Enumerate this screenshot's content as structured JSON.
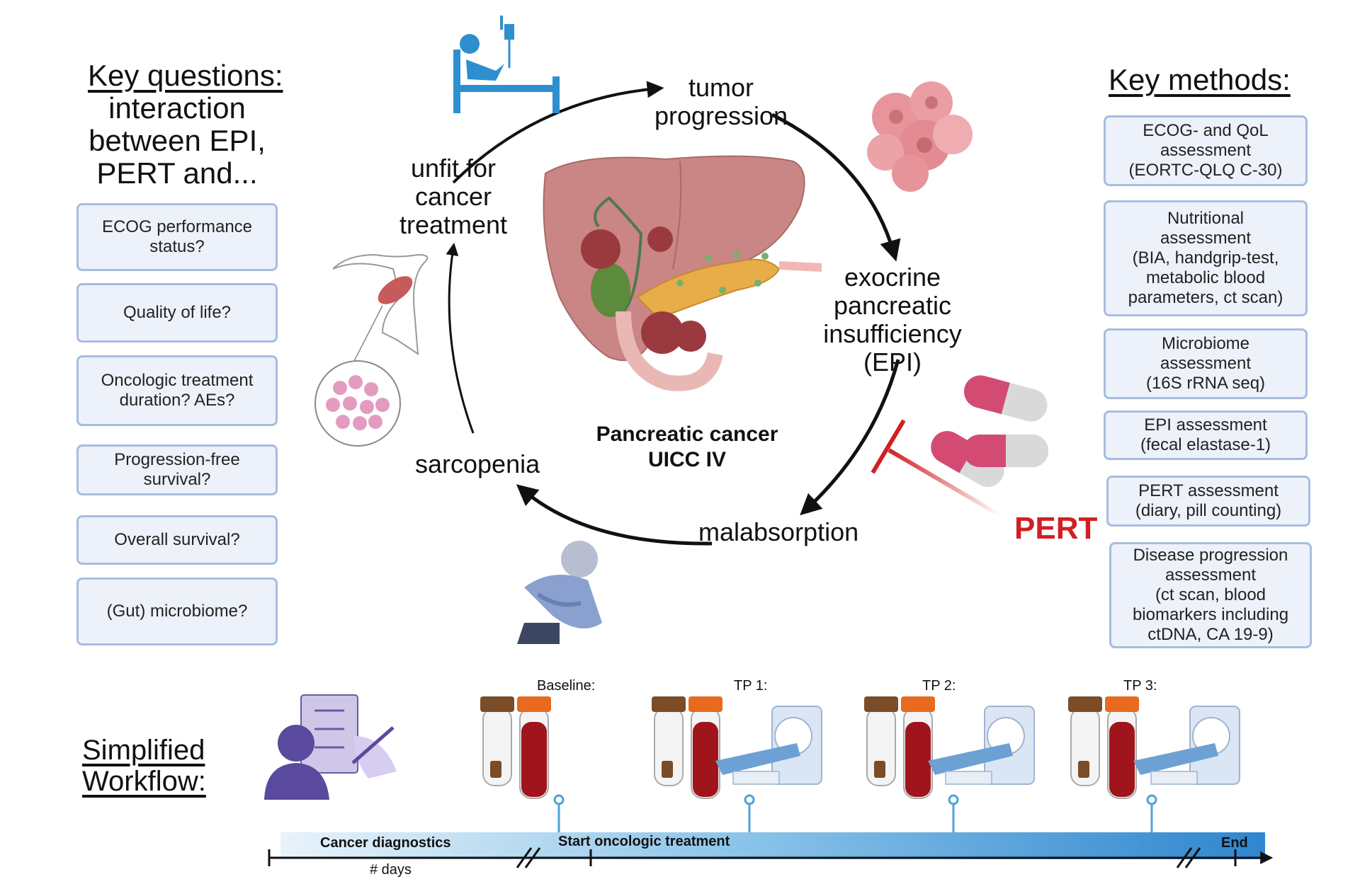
{
  "left": {
    "heading": "Key questions:",
    "subheading": [
      "interaction",
      "between EPI,",
      "PERT and..."
    ],
    "questions": [
      [
        "ECOG performance",
        "status?"
      ],
      [
        "Quality of life?"
      ],
      [
        "Oncologic treatment",
        "duration? AEs?"
      ],
      [
        "Progression-free",
        "survival?"
      ],
      [
        "Overall survival?"
      ],
      [
        "(Gut) microbiome?"
      ]
    ]
  },
  "right": {
    "heading": "Key methods:",
    "methods": [
      [
        "ECOG- and QoL",
        "assessment",
        "(EORTC-QLQ C-30)"
      ],
      [
        "Nutritional",
        "assessment",
        "(BIA, handgrip-test,",
        "metabolic blood",
        "parameters, ct scan)"
      ],
      [
        "Microbiome",
        "assessment",
        "(16S rRNA seq)"
      ],
      [
        "EPI assessment",
        "(fecal elastase-1)"
      ],
      [
        "PERT assessment",
        "(diary, pill counting)"
      ],
      [
        "Disease progression",
        "assessment",
        "(ct scan, blood",
        "biomarkers including",
        "ctDNA, CA 19-9)"
      ]
    ]
  },
  "cycle": {
    "tumor": [
      "tumor",
      "progression"
    ],
    "epi": [
      "exocrine",
      "pancreatic",
      "insufficiency",
      "(EPI)"
    ],
    "malabsorption": "malabsorption",
    "sarcopenia": "sarcopenia",
    "unfit": [
      "unfit for",
      "cancer",
      "treatment"
    ],
    "center": [
      "Pancreatic cancer",
      "UICC IV"
    ],
    "pert": "PERT"
  },
  "workflow": {
    "heading": [
      "Simplified",
      "Workflow:"
    ],
    "timepoints": [
      "Baseline:",
      "TP 1:",
      "TP 2:",
      "TP 3:"
    ],
    "cancer_diagnostics": "Cancer diagnostics",
    "start_treatment": "Start oncologic treatment",
    "end": "End",
    "days": "# days"
  },
  "colors": {
    "box_border": "#a6bde0",
    "box_fill": "#edf2fa",
    "pert_red": "#d11f24",
    "timeline_blue": "#3f97d6",
    "pin_blue": "#4aa3d8"
  }
}
